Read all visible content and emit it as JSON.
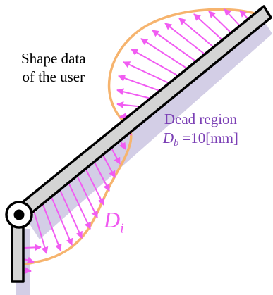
{
  "labels": {
    "shape_line1": "Shape data",
    "shape_line2": "of the user",
    "dead_line1": "Dead region",
    "dead_symbol": "D",
    "dead_subscript": "b",
    "dead_value": " =10[mm]",
    "di_symbol": "D",
    "di_subscript": "i"
  },
  "colors": {
    "arrow": "#f15cf2",
    "user_curve": "#f6b46e",
    "dead_band": "#d3cee6",
    "link_fill": "#d4d4d4",
    "dead_text": "#7b3fb5"
  }
}
